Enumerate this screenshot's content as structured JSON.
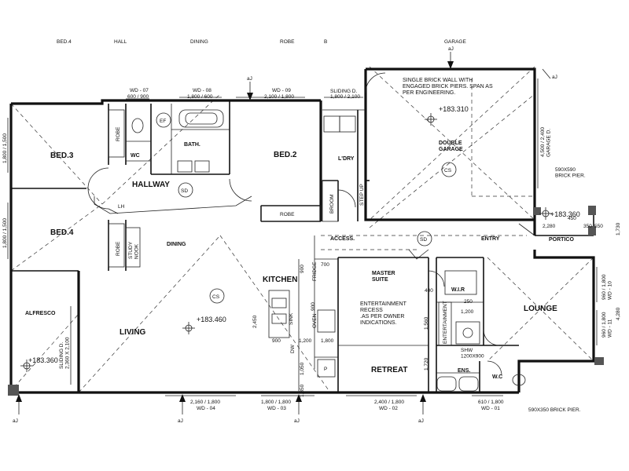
{
  "header_labels": [
    "BED.4",
    "HALL",
    "DINING",
    "ROBE",
    "B",
    "GARAGE"
  ],
  "rooms": {
    "bed3": "BED.3",
    "bed4": "BED.4",
    "bed2": "BED.2",
    "bath": "BATH.",
    "wc_top": "WC",
    "hallway": "HALLWAY",
    "laundry": "L'DRY",
    "double_garage": "DOUBLE\nGARAGE",
    "access": "ACCESS.",
    "entry": "ENTRY",
    "portico": "PORTICO",
    "dining": "DINING",
    "kitchen": "KITCHEN",
    "living": "LIVING",
    "alfresco": "ALFRESCO",
    "master_suite": "MASTER\nSUITE",
    "retreat": "RETREAT",
    "wir": "W.I.R",
    "lounge": "LOUNGE",
    "ens": "ENS.",
    "wc_ens": "W.C"
  },
  "small_labels": {
    "robe_bed3": "ROBE",
    "robe_bed4": "ROBE",
    "robe_bed2": "ROBE",
    "broom": "BROOM",
    "study_nook": "STUDY\nNOOK",
    "step_up": "STEP UP",
    "lh": "LH",
    "ef": "EF",
    "sd_hall": "SD",
    "sd_access": "SD",
    "cs_living": "CS",
    "cs_garage": "CS",
    "fridge": "FRIDGE",
    "sink": "SINK",
    "oven": "OVEN",
    "dw": "DW",
    "p": "P",
    "shw": "SHW\n1200X900",
    "entertainment_unit": "ENTERTAINMENT"
  },
  "notes": {
    "garage_wall": "SINGLE BRICK WALL WITH\nENGAGED BRICK PIERS. SPAN AS\nPER ENGINEERING.",
    "entertainment": "ENTERTAINMENT\nRECESS\n.AS PER OWNER\nINDICATIONS.",
    "brick_pier_top": "590X590\nBRICK PIER.",
    "brick_pier_bottom": "590X350 BRICK PIER.",
    "sliding_top": "SLIDING D.",
    "sliding_alfresco": "SLIDING D.\n2,360 X 2,100"
  },
  "levels": {
    "garage": "+183.310",
    "portico": "+183.360",
    "living": "+183.460",
    "alfresco": "+183.360"
  },
  "windows_top": [
    {
      "id": "WD - 07",
      "size": "600 / 900"
    },
    {
      "id": "WD - 08",
      "size": "1,800 / 600"
    },
    {
      "id": "WD - 09",
      "size": "2,100 / 1,800"
    },
    {
      "id": "",
      "size": "1,800 / 2,100"
    }
  ],
  "windows_bottom": [
    {
      "id": "WD - 04",
      "size": "2,160 / 1,800"
    },
    {
      "id": "WD - 03",
      "size": "1,800 / 1,800"
    },
    {
      "id": "WD - 02",
      "size": "2,400 / 1,800"
    },
    {
      "id": "WD - 01",
      "size": "610 / 1,800"
    }
  ],
  "windows_side": {
    "bed3_w": "1,800 / 1,500",
    "bed4_w": "1,800 / 1,500",
    "garage_e": "4,500 / 2,400\nGARAGE D.",
    "lounge_e1": "960 / 1,800\nWD - 10",
    "lounge_e2": "960 / 1,800\nWD - 11"
  },
  "dimensions": {
    "kitchen_2450": "2,450",
    "kitchen_900a": "900",
    "kitchen_1200": "1,200",
    "kitchen_1800": "1,800",
    "kitchen_900b": "900",
    "kitchen_1050": "1,050",
    "kitchen_1850": "1,850",
    "kitchen_700": "700",
    "wir_250": "250",
    "wir_1200": "1,200",
    "wir_400": "400",
    "ens_1560": "1,560",
    "ens_1720": "1,720",
    "portico_2280": "2,280",
    "portico_350": "350",
    "right_1730": "1,730",
    "right_4280": "4,280",
    "pier_550": "550",
    "pier_450": "450",
    "fridge_900": "900"
  },
  "aj_markers": [
    "aJ",
    "aJ",
    "aJ",
    "aJ",
    "aJ",
    "aJ",
    "aJ"
  ]
}
